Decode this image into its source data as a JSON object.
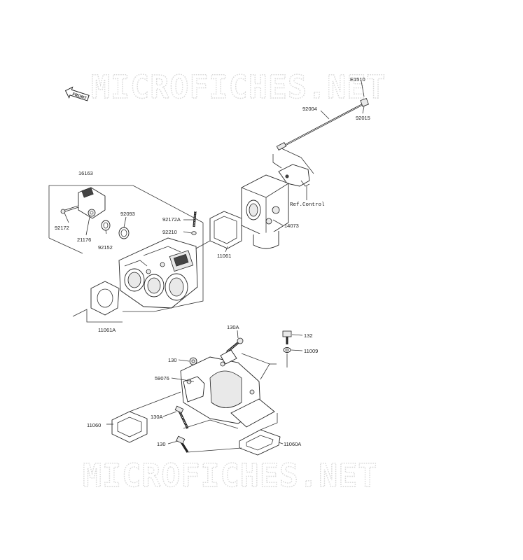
{
  "watermark": {
    "text": "MICROFICHES.NET"
  },
  "front_badge": {
    "label": "FRONT",
    "icon": "front-arrow-icon"
  },
  "callouts": [
    {
      "id": "E1510",
      "label": "E1510"
    },
    {
      "id": "92004",
      "label": "92004"
    },
    {
      "id": "92015",
      "label": "92015"
    },
    {
      "id": "16163",
      "label": "16163"
    },
    {
      "id": "92172",
      "label": "92172"
    },
    {
      "id": "92093",
      "label": "92093"
    },
    {
      "id": "92172A",
      "label": "92172A"
    },
    {
      "id": "92210",
      "label": "92210"
    },
    {
      "id": "21176",
      "label": "21176"
    },
    {
      "id": "92152",
      "label": "92152"
    },
    {
      "id": "ref_control",
      "label": "Ref.Control"
    },
    {
      "id": "14073",
      "label": "14073"
    },
    {
      "id": "11061",
      "label": "11061"
    },
    {
      "id": "11061A",
      "label": "11061A"
    },
    {
      "id": "130A_top",
      "label": "130A"
    },
    {
      "id": "132",
      "label": "132"
    },
    {
      "id": "11009",
      "label": "11009"
    },
    {
      "id": "130_top",
      "label": "130"
    },
    {
      "id": "59076",
      "label": "59076"
    },
    {
      "id": "11060",
      "label": "11060"
    },
    {
      "id": "130A_mid",
      "label": "130A"
    },
    {
      "id": "130_bot",
      "label": "130"
    },
    {
      "id": "11060A",
      "label": "11060A"
    }
  ]
}
